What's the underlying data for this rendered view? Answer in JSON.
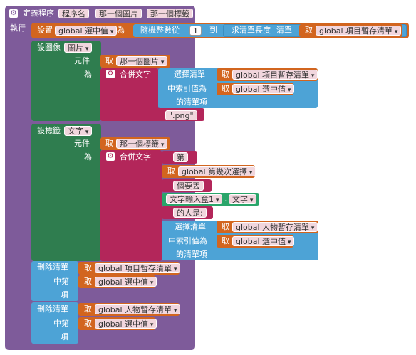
{
  "proc": {
    "define_label": "定義程序",
    "name": "程序名",
    "param1": "那一個圖片",
    "param2": "那一個標籤",
    "exec_label": "執行"
  },
  "set_global": {
    "set_label": "設置",
    "var": "global 選中值",
    "to_label": "為",
    "random_label": "隨機整數從",
    "from_value": "1",
    "to_value_label": "到",
    "length_label": "求清單長度",
    "list_label": "清單",
    "get_label": "取",
    "list_var": "global 項目暫存清單"
  },
  "image_setter": {
    "set_label": "設圖像",
    "prop": "圖片",
    "component_label": "元件",
    "get_label": "取",
    "component_var": "那一個圖片",
    "to_label": "為",
    "join_label": "合併文字",
    "select_label": "選擇清單",
    "list_var": "global 項目暫存清單",
    "index_label": "中索引值為",
    "index_var": "global 選中值",
    "item_label": "的清單項",
    "png_text": "\".png\""
  },
  "label_setter": {
    "set_label": "設標籤",
    "prop": "文字",
    "component_label": "元件",
    "get_label": "取",
    "component_var": "那一個標籤",
    "to_label": "為",
    "join_label": "合併文字",
    "text1": "第",
    "round_var": "global 第幾次選擇",
    "text2": "個要丟",
    "textbox_comp": "文字輸入盒1",
    "textbox_prop": "文字",
    "text3": "的人是:",
    "select_label": "選擇清單",
    "people_var": "global 人物暫存清單",
    "index_label": "中索引值為",
    "index_var": "global 選中值",
    "item_label": "的清單項"
  },
  "remove1": {
    "remove_label": "刪除清單",
    "get_label": "取",
    "list_var": "global 項目暫存清單",
    "mid_label": "中第",
    "index_var": "global 選中值",
    "item_label": "項"
  },
  "remove2": {
    "remove_label": "刪除清單",
    "get_label": "取",
    "list_var": "global 人物暫存清單",
    "mid_label": "中第",
    "index_var": "global 選中值",
    "item_label": "項"
  }
}
